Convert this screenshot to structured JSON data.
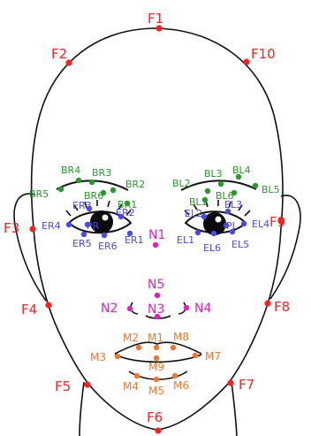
{
  "colors": {
    "face": "#ff2020",
    "brow": "#2a9a2a",
    "eye": "#4a4ae8",
    "nose": "#e020c0",
    "mouth": "#f07830",
    "outline": "#111111"
  },
  "landmarks": [
    {
      "label": "F1",
      "group": "face"
    },
    {
      "label": "F2",
      "group": "face"
    },
    {
      "label": "F10",
      "group": "face"
    },
    {
      "label": "F3",
      "group": "face"
    },
    {
      "label": "F9",
      "group": "face"
    },
    {
      "label": "F4",
      "group": "face"
    },
    {
      "label": "F8",
      "group": "face"
    },
    {
      "label": "F5",
      "group": "face"
    },
    {
      "label": "F7",
      "group": "face"
    },
    {
      "label": "F6",
      "group": "face"
    },
    {
      "label": "BR1",
      "group": "brow"
    },
    {
      "label": "BR2",
      "group": "brow"
    },
    {
      "label": "BR3",
      "group": "brow"
    },
    {
      "label": "BR4",
      "group": "brow"
    },
    {
      "label": "BR5",
      "group": "brow"
    },
    {
      "label": "BR6",
      "group": "brow"
    },
    {
      "label": "BL1",
      "group": "brow"
    },
    {
      "label": "BL2",
      "group": "brow"
    },
    {
      "label": "BL3",
      "group": "brow"
    },
    {
      "label": "BL4",
      "group": "brow"
    },
    {
      "label": "BL5",
      "group": "brow"
    },
    {
      "label": "BL6",
      "group": "brow"
    },
    {
      "label": "ER1",
      "group": "eye"
    },
    {
      "label": "ER2",
      "group": "eye"
    },
    {
      "label": "ER3",
      "group": "eye"
    },
    {
      "label": "ER4",
      "group": "eye"
    },
    {
      "label": "ER5",
      "group": "eye"
    },
    {
      "label": "ER6",
      "group": "eye"
    },
    {
      "label": "PR",
      "group": "eye"
    },
    {
      "label": "EL1",
      "group": "eye"
    },
    {
      "label": "EL2",
      "group": "eye"
    },
    {
      "label": "EL3",
      "group": "eye"
    },
    {
      "label": "EL4",
      "group": "eye"
    },
    {
      "label": "EL5",
      "group": "eye"
    },
    {
      "label": "EL6",
      "group": "eye"
    },
    {
      "label": "PL",
      "group": "eye"
    },
    {
      "label": "N1",
      "group": "nose"
    },
    {
      "label": "N2",
      "group": "nose"
    },
    {
      "label": "N3",
      "group": "nose"
    },
    {
      "label": "N4",
      "group": "nose"
    },
    {
      "label": "N5",
      "group": "nose"
    },
    {
      "label": "M1",
      "group": "mouth"
    },
    {
      "label": "M2",
      "group": "mouth"
    },
    {
      "label": "M3",
      "group": "mouth"
    },
    {
      "label": "M4",
      "group": "mouth"
    },
    {
      "label": "M5",
      "group": "mouth"
    },
    {
      "label": "M6",
      "group": "mouth"
    },
    {
      "label": "M7",
      "group": "mouth"
    },
    {
      "label": "M8",
      "group": "mouth"
    },
    {
      "label": "M9",
      "group": "mouth"
    }
  ]
}
